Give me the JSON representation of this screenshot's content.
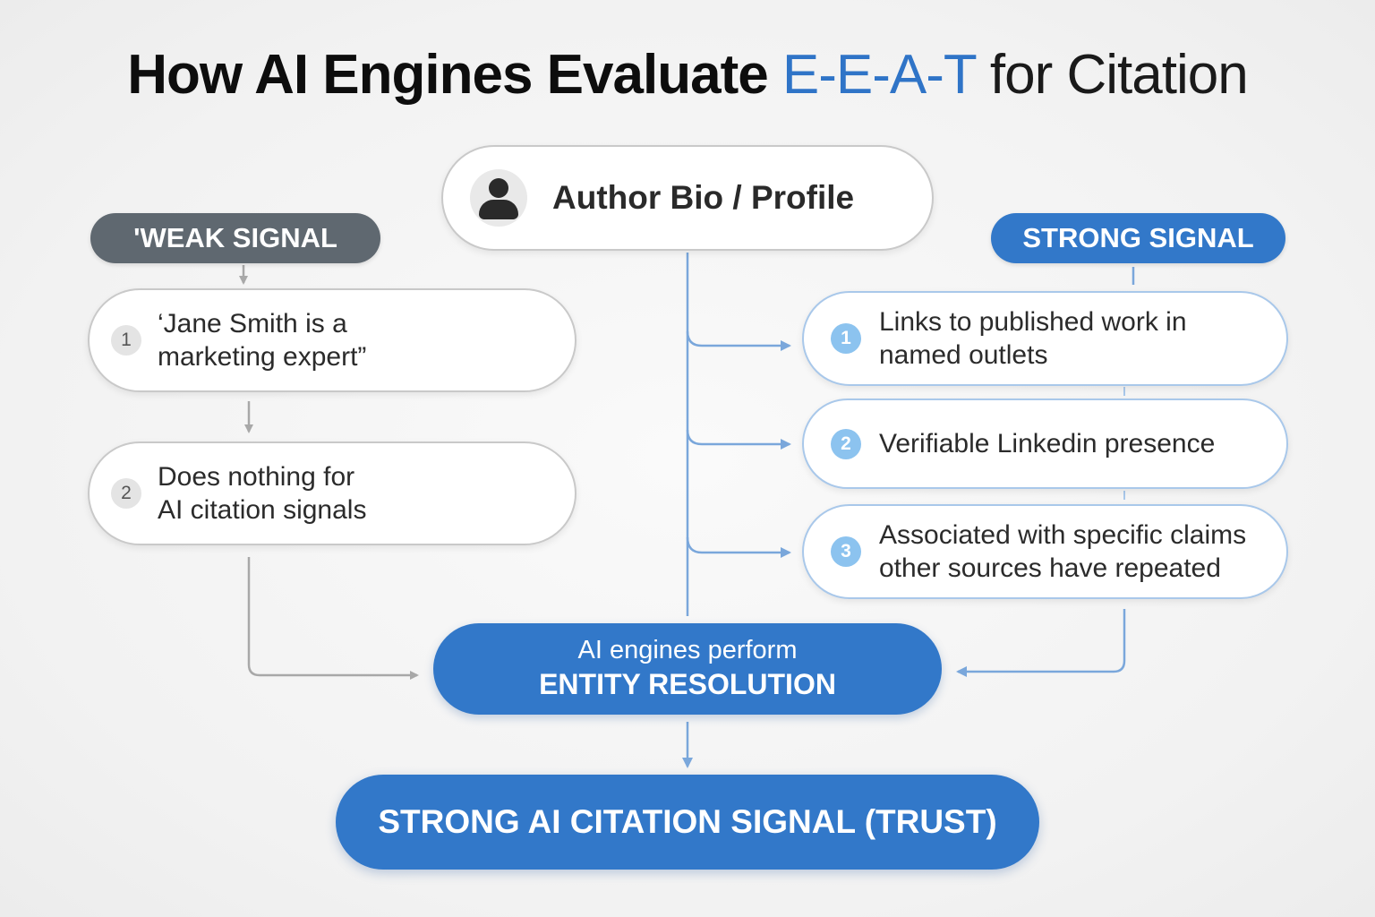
{
  "title": {
    "part1": "How AI Engines Evaluate ",
    "accent": "E-E-A-T",
    "part2": " for Citation"
  },
  "author": {
    "icon": "user-icon",
    "label": "Author Bio / Profile"
  },
  "weak": {
    "tag": "'WEAK SIGNAL",
    "items": [
      {
        "num": "1",
        "line1": "‘Jane Smith is a",
        "line2": "marketing expert”"
      },
      {
        "num": "2",
        "line1": "Does nothing for",
        "line2": "AI citation signals"
      }
    ]
  },
  "strong": {
    "tag": "STRONG SIGNAL",
    "items": [
      {
        "num": "1",
        "line1": "Links to published work in",
        "line2": "named outlets"
      },
      {
        "num": "2",
        "line1": "Verifiable Linkedin presence",
        "line2": ""
      },
      {
        "num": "3",
        "line1": "Associated with specific claims",
        "line2": "other sources have repeated"
      }
    ]
  },
  "entity": {
    "line1": "AI engines perform",
    "line2": "ENTITY RESOLUTION"
  },
  "result": {
    "label": "STRONG AI CITATION SIGNAL (TRUST)"
  },
  "colors": {
    "accent": "#2f74c7",
    "blue_fill": "#3278c9",
    "weak_tag": "#5f6870",
    "gray_connector": "#a8a8a8",
    "blue_connector": "#7aa7db",
    "number_blue": "#8cc3ef"
  }
}
